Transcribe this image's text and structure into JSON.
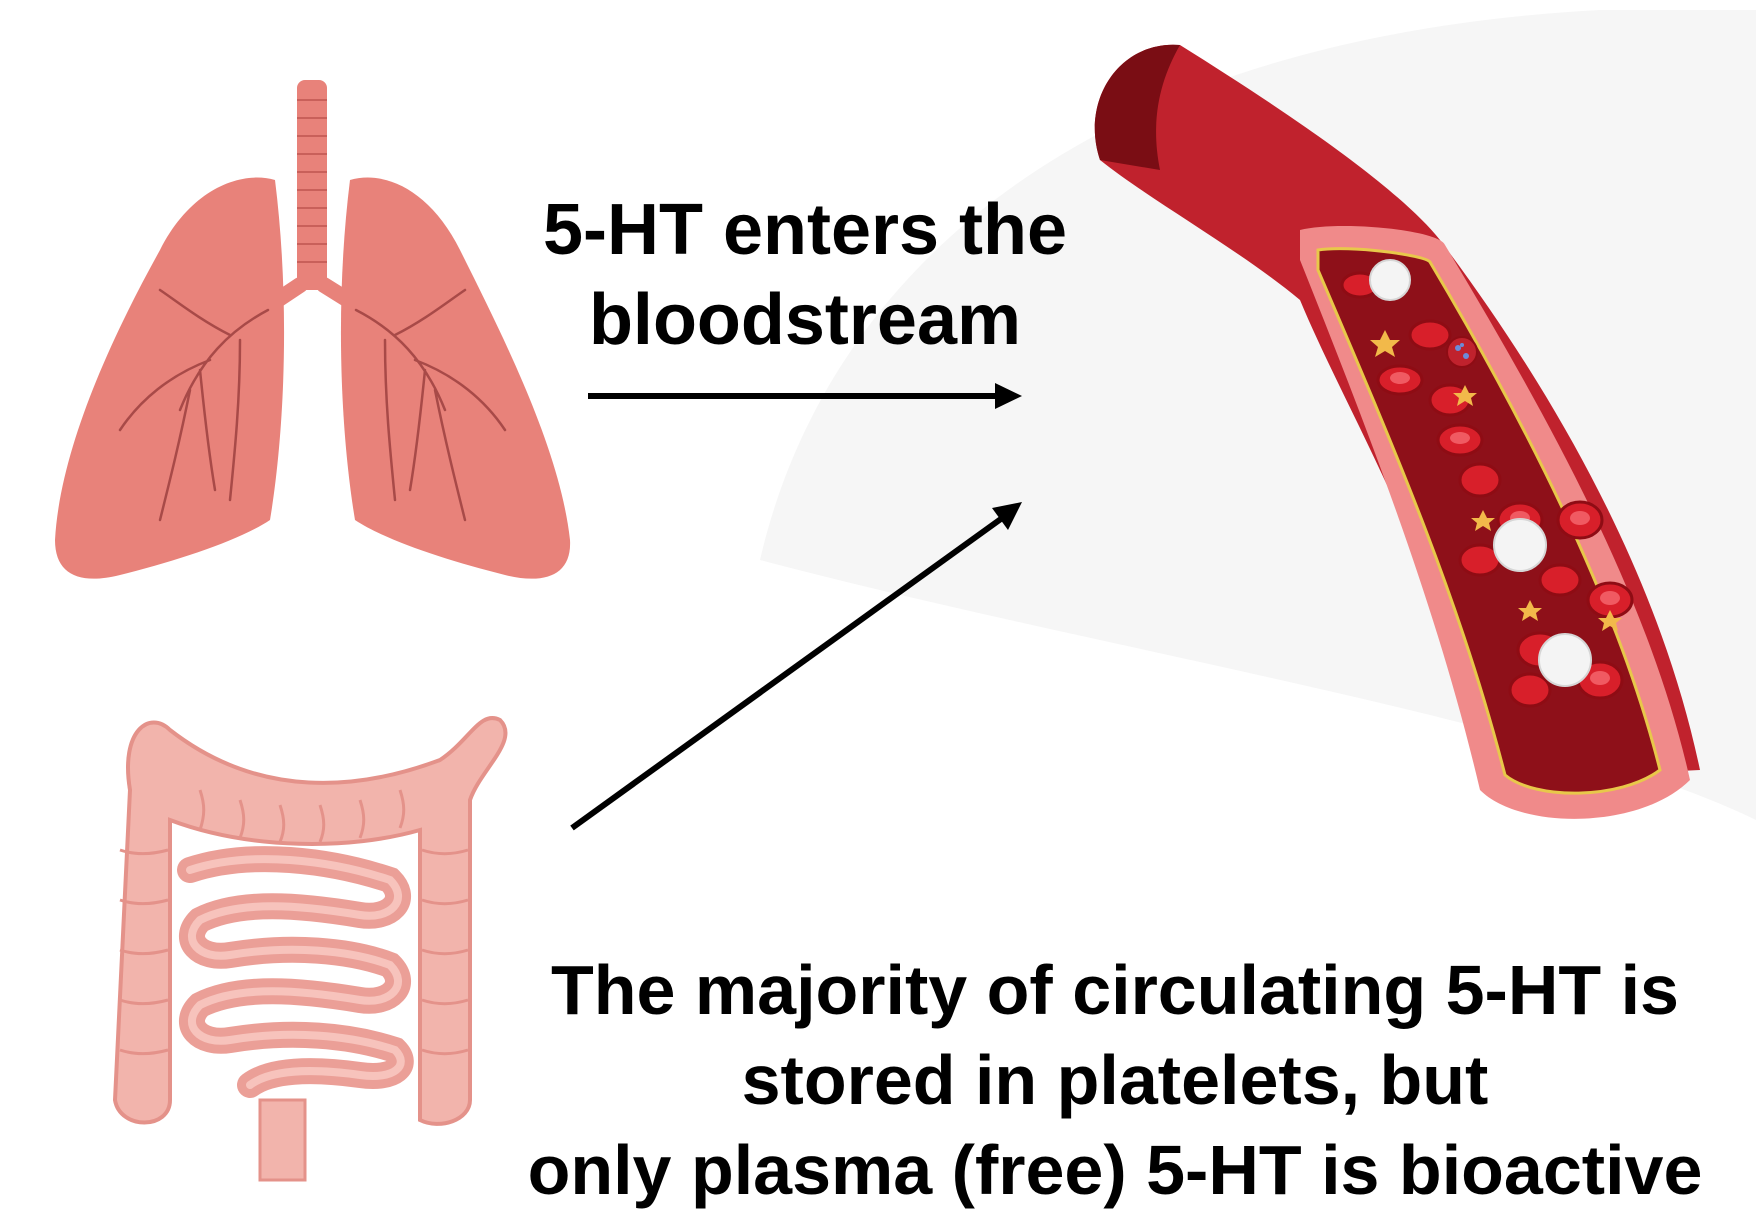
{
  "labels": {
    "top_line1": "5-HT enters the",
    "top_line2": "bloodstream",
    "bottom_line1": "The majority of circulating 5-HT is",
    "bottom_line2": "stored in platelets, but",
    "bottom_line3": "only plasma (free) 5-HT is bioactive"
  },
  "illustrations": [
    "lungs-illustration",
    "intestines-illustration",
    "blood-vessel-illustration"
  ],
  "colors": {
    "organ": "#e8827a",
    "organ_dark": "#c9605a",
    "vessel": "#c0222d",
    "vessel_dark": "#7a0d14",
    "rbc": "#d81f2a",
    "arrow": "#000000"
  }
}
